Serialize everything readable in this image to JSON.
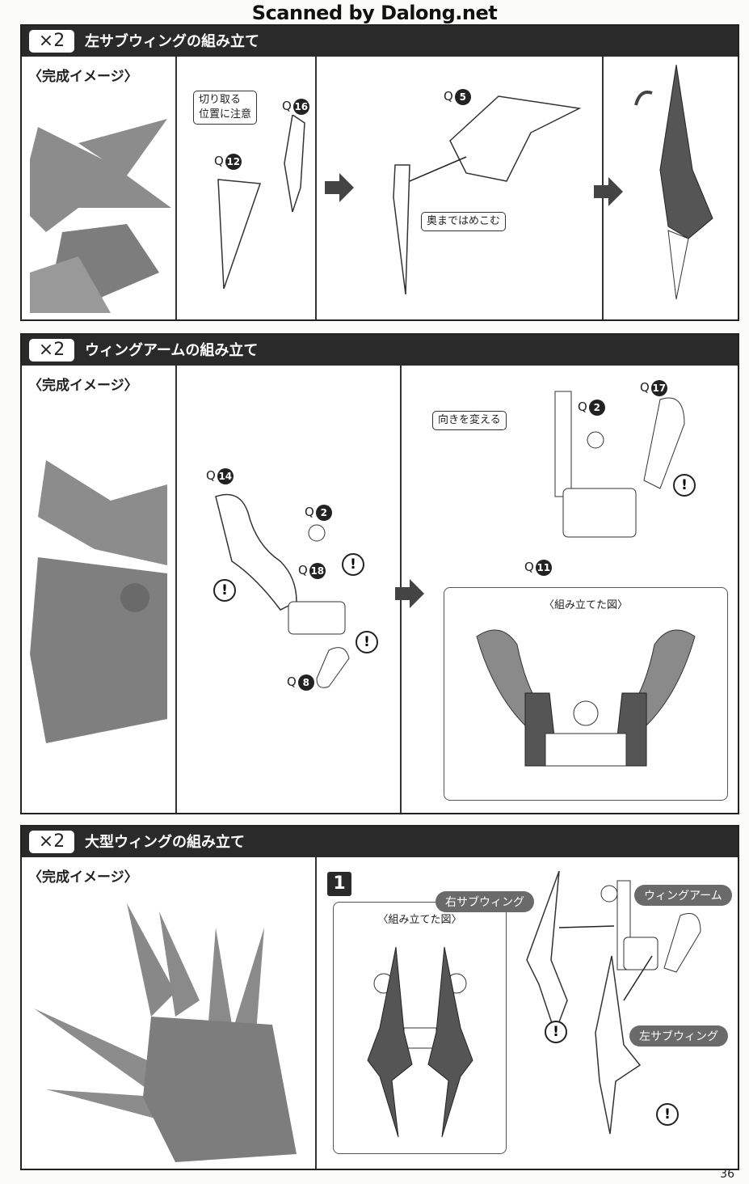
{
  "watermark": "Scanned by Dalong.net",
  "page_number": "36",
  "sections": [
    {
      "multiplier": "×2",
      "title": "左サブウィングの組み立て",
      "image_label": "〈完成イメージ〉",
      "callouts": [
        "切り取る\n位置に注意",
        "奥まではめこむ"
      ],
      "parts": [
        {
          "letter": "Q",
          "num": "16"
        },
        {
          "letter": "Q",
          "num": "12"
        },
        {
          "letter": "Q",
          "num": "5"
        }
      ]
    },
    {
      "multiplier": "×2",
      "title": "ウィングアームの組み立て",
      "image_label": "〈完成イメージ〉",
      "callouts": [
        "向きを変える"
      ],
      "parts": [
        {
          "letter": "Q",
          "num": "14"
        },
        {
          "letter": "Q",
          "num": "2"
        },
        {
          "letter": "Q",
          "num": "18"
        },
        {
          "letter": "Q",
          "num": "8"
        },
        {
          "letter": "Q",
          "num": "2"
        },
        {
          "letter": "Q",
          "num": "17"
        },
        {
          "letter": "Q",
          "num": "11"
        }
      ],
      "inset_title": "〈組み立てた図〉"
    },
    {
      "multiplier": "×2",
      "title": "大型ウィングの組み立て",
      "image_label": "〈完成イメージ〉",
      "step": "1",
      "inset_title": "〈組み立てた図〉",
      "labels": [
        "右サブウィング",
        "ウィングアーム",
        "左サブウィング"
      ]
    }
  ],
  "warning_symbol": "!"
}
